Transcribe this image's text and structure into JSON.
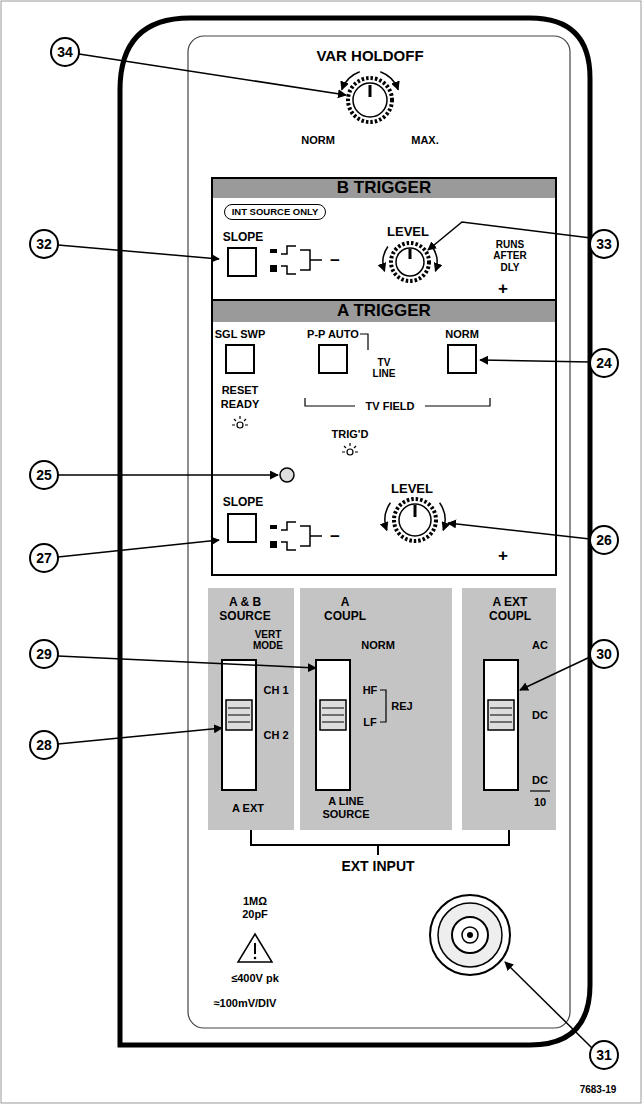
{
  "diagram": {
    "nodes": [
      {
        "text": [
          "B TRIGGER"
        ]
      },
      {
        "text": [
          "INT SOURCE ONLY"
        ],
        "in": 0
      },
      {
        "text": [
          "A TRIGGER"
        ]
      },
      {
        "text": [
          "A & B SOURCE",
          "VERT MODE",
          "CH 1",
          "CH 2",
          "A EXT"
        ]
      },
      {
        "text": [
          "A COUPL",
          "NORM",
          "HF",
          "REJ",
          "LF",
          "A LINE SOURCE"
        ]
      },
      {
        "text": [
          "A EXT COUPL",
          "AC",
          "DC",
          "DC",
          "10"
        ]
      }
    ],
    "edges": [
      {
        "from": 3,
        "to": 5,
        "arrow": "none"
      }
    ],
    "labels": [
      "VAR HOLDOFF",
      "NORM",
      "MAX.",
      "SLOPE",
      "−",
      "LEVEL",
      "RUNS AFTER DLY",
      "+",
      "SGL SWP",
      "RESET",
      "READY",
      "P-P AUTO",
      "TV LINE",
      "NORM",
      "TV FIELD",
      "TRIG'D",
      "SLOPE",
      "−",
      "LEVEL",
      "+",
      "EXT INPUT",
      "1MΩ 20pF",
      "≤400V pk",
      "≈100mV/DIV",
      "34",
      "32",
      "33",
      "24",
      "25",
      "26",
      "27",
      "29",
      "30",
      "28",
      "31",
      "7683-19"
    ]
  }
}
